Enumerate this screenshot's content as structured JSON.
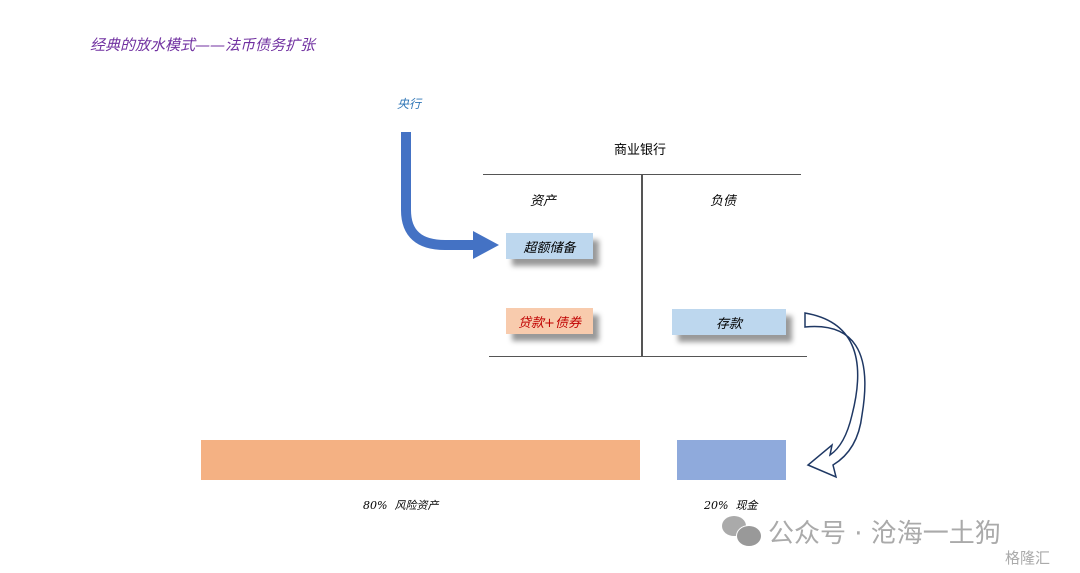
{
  "title": "经典的放水模式——法币债务扩张",
  "central_bank": "央行",
  "commercial_bank": "商业银行",
  "assets": "资产",
  "liabilities": "负债",
  "excess_reserves": "超额储备",
  "loans_bonds": "贷款+债券",
  "deposits": "存款",
  "risk_assets_label": "80%  风险资产",
  "cash_label": "20%  现金",
  "risk_assets_share": 80,
  "cash_share": 20,
  "watermark": "公众号 · 沧海一土狗",
  "logo": "格隆汇",
  "colors": {
    "title": "#7030a0",
    "risk": "#f4b183",
    "cash": "#8faadc",
    "arrow": "#4472c4"
  }
}
